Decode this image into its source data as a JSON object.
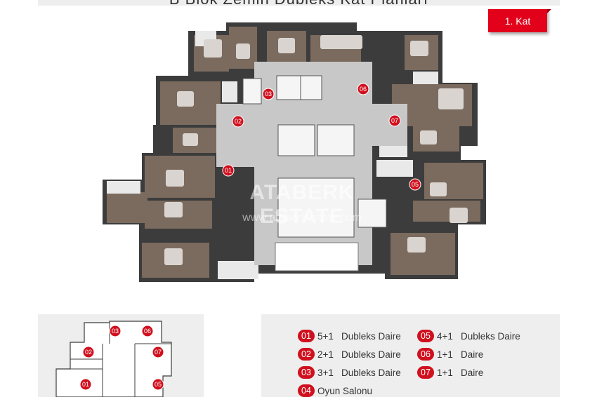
{
  "title": "B Blok Zemin Dubleks Kat Planları",
  "floor_badge": "1. Kat",
  "watermark": {
    "logo": "ATABERK ESTATE",
    "url": "www.ataberkestate.com"
  },
  "markers": [
    "01",
    "02",
    "03",
    "04",
    "05",
    "06",
    "07"
  ],
  "units": [
    {
      "num": "01",
      "type": "5+1",
      "desc": "Dubleks Daire"
    },
    {
      "num": "02",
      "type": "2+1",
      "desc": "Dubleks Daire"
    },
    {
      "num": "03",
      "type": "3+1",
      "desc": "Dubleks Daire"
    },
    {
      "num": "04",
      "type": "",
      "desc": "Oyun Salonu"
    },
    {
      "num": "05",
      "type": "4+1",
      "desc": "Dubleks Daire"
    },
    {
      "num": "06",
      "type": "1+1",
      "desc": "Daire"
    },
    {
      "num": "07",
      "type": "1+1",
      "desc": "Daire"
    }
  ],
  "colors": {
    "accent": "#d0101e",
    "badge": "#e2001a",
    "wall": "#3c3c3c",
    "wood": "#7b6a5e",
    "corridor": "#c8c8c8",
    "panel": "#eeeeee"
  }
}
